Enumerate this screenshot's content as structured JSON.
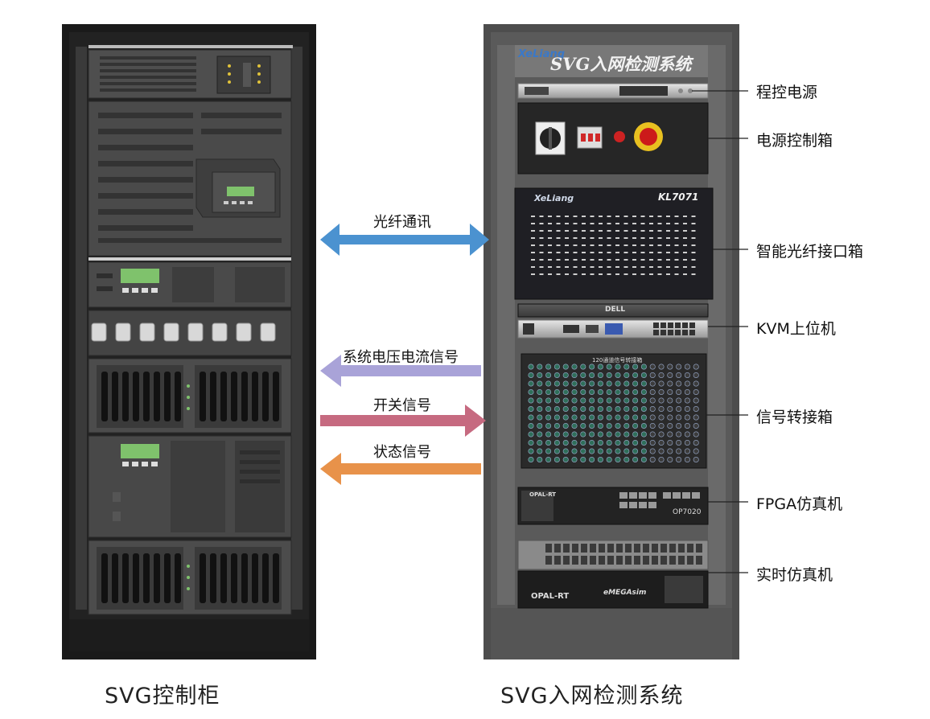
{
  "captions": {
    "left": "SVG控制柜",
    "right": "SVG入网检测系统"
  },
  "right_rack": {
    "header_logo": "XeLiang",
    "header_title": "SVG入网检测系统",
    "interface_box_logo": "XeLiang",
    "interface_box_model": "KL7071",
    "kvm_brand": "DELL",
    "signal_box_title": "120通道信号转接箱",
    "fpga_brand": "OPAL-RT",
    "fpga_model": "OP7020",
    "rt_brand": "OPAL-RT",
    "rt_model": "eMEGAsim"
  },
  "callouts": [
    "程控电源",
    "电源控制箱",
    "智能光纤接口箱",
    "KVM上位机",
    "信号转接箱",
    "FPGA仿真机",
    "实时仿真机"
  ],
  "signals": [
    {
      "label": "光纤通讯",
      "direction": "both",
      "color": "#4b92d0"
    },
    {
      "label": "系统电压电流信号",
      "direction": "left",
      "color": "#a9a3d8"
    },
    {
      "label": "开关信号",
      "direction": "right",
      "color": "#c66a80"
    },
    {
      "label": "状态信号",
      "direction": "left",
      "color": "#e8924a"
    }
  ]
}
